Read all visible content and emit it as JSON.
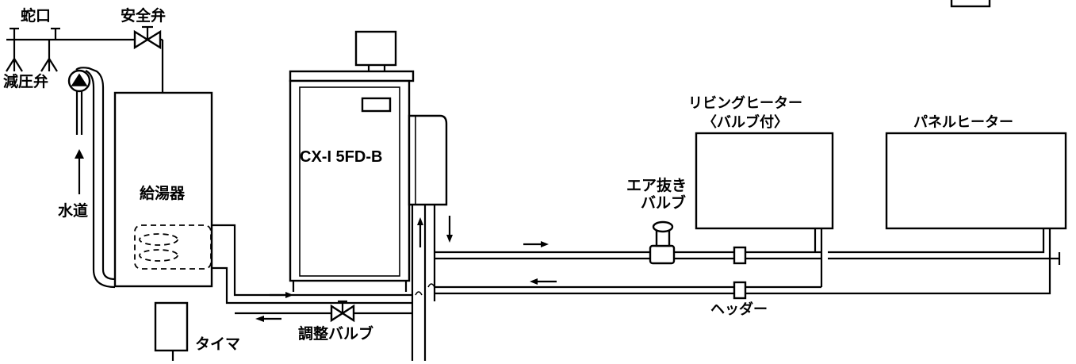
{
  "labels": {
    "faucet": "蛇口",
    "safety_valve": "安全弁",
    "pressure_reducing_valve": "減圧弁",
    "water_heater": "給湯器",
    "water_supply": "水道",
    "timer": "タイマ",
    "adjust_valve": "調整バルブ",
    "boiler_model": "CX-I 5FD-B",
    "air_vent_valve_line1": "エア抜き",
    "air_vent_valve_line2": "バルブ",
    "living_heater_line1": "リビングヒーター",
    "living_heater_line2": "〈バルブ付〉",
    "panel_heater": "パネルヒーター",
    "header": "ヘッダー"
  }
}
